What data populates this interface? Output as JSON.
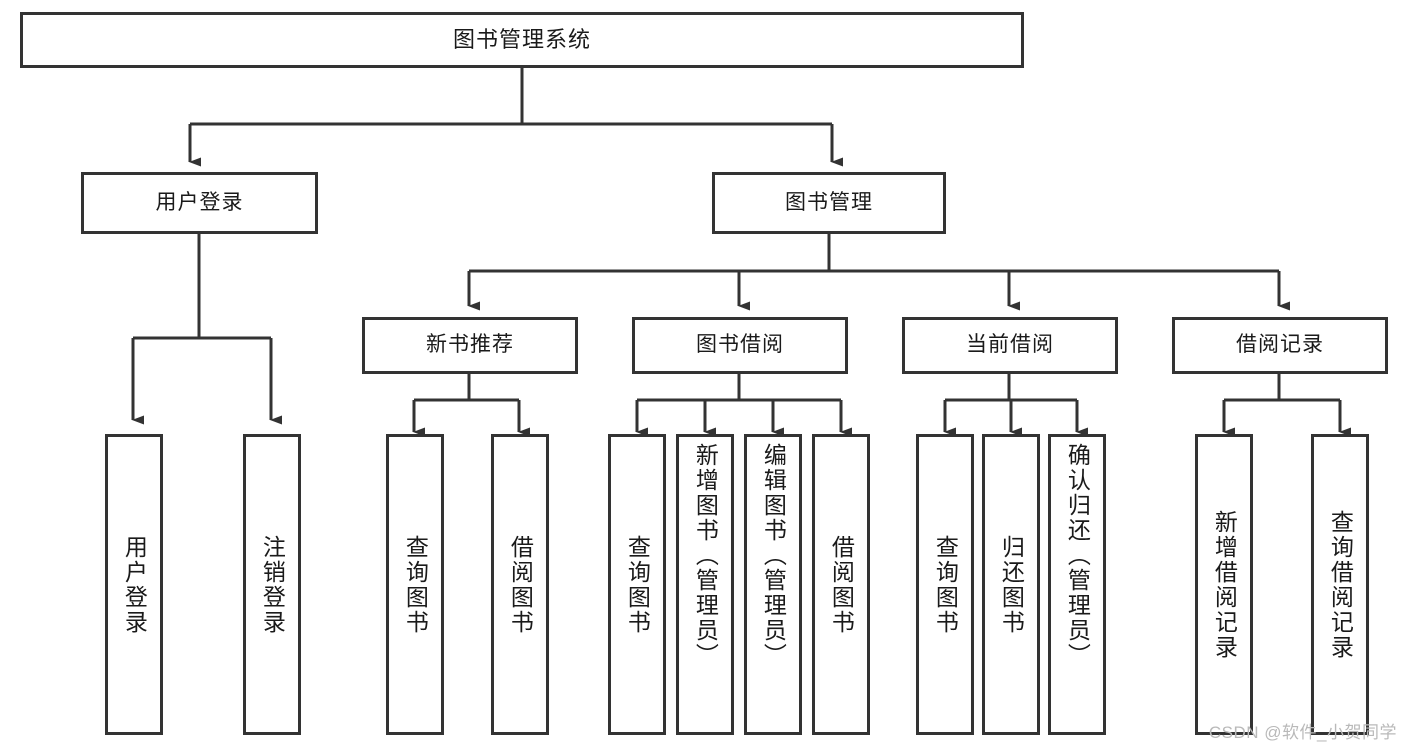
{
  "diagram": {
    "title": "图书管理系统",
    "watermark": "CSDN @软件_小贺同学",
    "colors": {
      "stroke": "#333333",
      "box_fill": "#ffffff",
      "text": "#1a1a1a",
      "watermark": "#b9b9b9",
      "background": "#ffffff"
    },
    "root": {
      "label": "图书管理系统"
    },
    "level2": [
      {
        "label": "用户登录"
      },
      {
        "label": "图书管理"
      }
    ],
    "level3": [
      {
        "label": "新书推荐"
      },
      {
        "label": "图书借阅"
      },
      {
        "label": "当前借阅"
      },
      {
        "label": "借阅记录"
      }
    ],
    "leaves": {
      "user_login": [
        {
          "label": "用户登录"
        },
        {
          "label": "注销登录"
        }
      ],
      "new_book_recommend": [
        {
          "label": "查询图书"
        },
        {
          "label": "借阅图书"
        }
      ],
      "book_borrow": [
        {
          "label": "查询图书"
        },
        {
          "label": "新增图书（管理员）"
        },
        {
          "label": "编辑图书（管理员）"
        },
        {
          "label": "借阅图书"
        }
      ],
      "current_borrow": [
        {
          "label": "查询图书"
        },
        {
          "label": "归还图书"
        },
        {
          "label": "确认归还（管理员）"
        }
      ],
      "borrow_record": [
        {
          "label": "新增借阅记录"
        },
        {
          "label": "查询借阅记录"
        }
      ]
    }
  }
}
